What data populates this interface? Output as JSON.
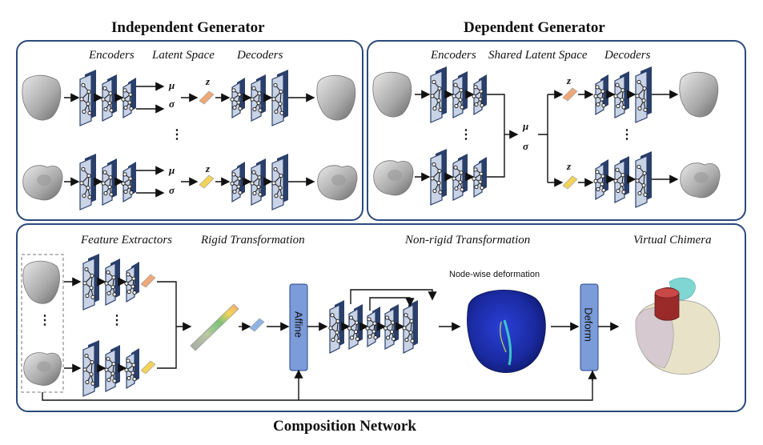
{
  "titles": {
    "independent": "Independent Generator",
    "dependent": "Dependent Generator",
    "composition": "Composition Network"
  },
  "independent": {
    "encoders": "Encoders",
    "latent_space": "Latent Space",
    "decoders": "Decoders",
    "mu": "μ",
    "sigma": "σ",
    "z": "z"
  },
  "dependent": {
    "encoders": "Encoders",
    "shared_latent_space": "Shared Latent Space",
    "decoders": "Decoders",
    "mu": "μ",
    "sigma": "σ",
    "z": "z"
  },
  "composition": {
    "feature_extractors": "Feature Extractors",
    "rigid_transformation": "Rigid Transformation",
    "non_rigid_transformation": "Non-rigid Transformation",
    "virtual_chimera": "Virtual Chimera",
    "node_wise_deformation": "Node-wise deformation",
    "affine": "Affine",
    "deform": "Deform"
  },
  "ellipsis": "⋮",
  "colors": {
    "panel_border": "#2b4a7a",
    "layer_fill": "#c9d3e6",
    "layer_edge": "#2a3f6a",
    "block_fill": "#7b9bd9",
    "latent_orange": "#f0a878",
    "latent_yellow": "#f2d35a",
    "latent_blue": "#8fb4e6"
  }
}
